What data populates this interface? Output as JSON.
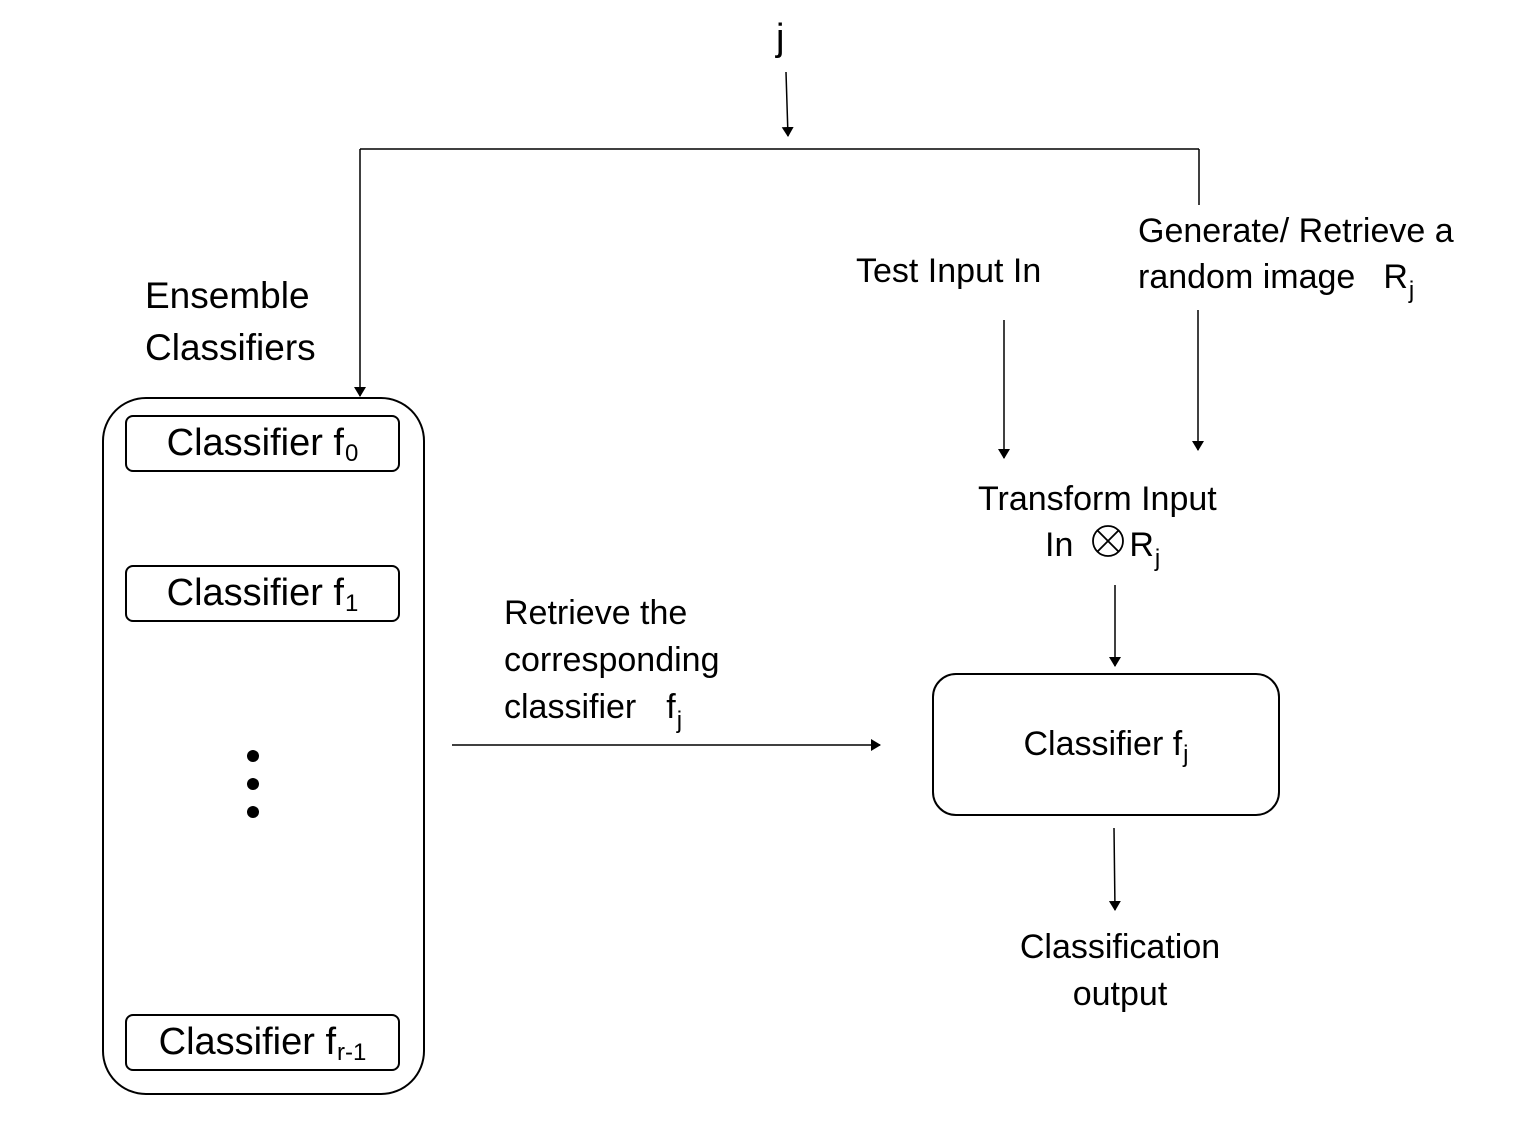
{
  "top_input": {
    "label": "j"
  },
  "ensemble": {
    "title_line1": "Ensemble",
    "title_line2": "Classifiers",
    "classifiers": [
      {
        "label": "Classifier f",
        "subscript": "0"
      },
      {
        "label": "Classifier f",
        "subscript": "1"
      },
      {
        "label": "Classifier f",
        "subscript": "r-1"
      }
    ]
  },
  "test_input": {
    "label": "Test Input In"
  },
  "random_image": {
    "line1": "Generate/ Retrieve a",
    "line2": "random image",
    "symbol": "R",
    "subscript": "j"
  },
  "transform": {
    "line1": "Transform Input",
    "operand": "In",
    "operator_icon": "circled-times-icon",
    "symbol": "R",
    "subscript": "j"
  },
  "retrieve": {
    "line1": "Retrieve the",
    "line2": "corresponding",
    "line3": "classifier",
    "symbol": "f",
    "subscript": "j"
  },
  "selected_classifier": {
    "label": "Classifier f",
    "subscript": "j"
  },
  "output": {
    "line1": "Classification",
    "line2": "output"
  }
}
